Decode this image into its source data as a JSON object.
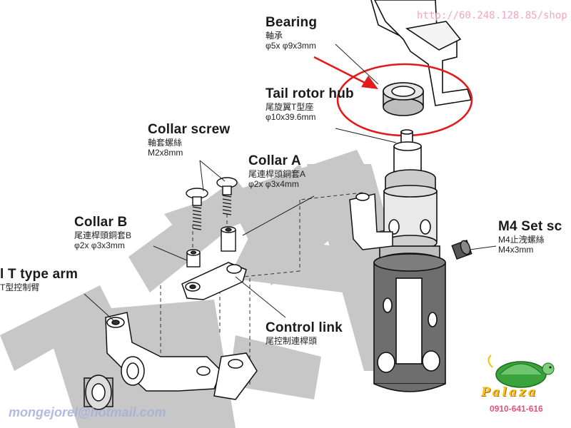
{
  "watermarks": {
    "url": "http://60.248.128.85/shop",
    "email": "mongejorel@hotmail.com"
  },
  "logo": {
    "name": "Palaza",
    "phone": "0910-641-616"
  },
  "labels": {
    "bearing": {
      "en": "Bearing",
      "zh": "軸承",
      "spec": "φ5x φ9x3mm"
    },
    "tail_rotor_hub": {
      "en": "Tail rotor hub",
      "zh": "尾旋翼T型座",
      "spec": "φ10x39.6mm"
    },
    "collar_screw": {
      "en": "Collar screw",
      "zh": "軸套螺絲",
      "spec": "M2x8mm"
    },
    "collar_a": {
      "en": "Collar A",
      "zh": "尾連桿頭銅套A",
      "spec": "φ2x φ3x4mm"
    },
    "collar_b": {
      "en": "Collar B",
      "zh": "尾連桿頭銅套B",
      "spec": "φ2x φ3x3mm"
    },
    "t_type_arm": {
      "en": "l T type arm",
      "zh": "T型控制臂"
    },
    "control_link": {
      "en": "Control link",
      "zh": "尾控制連桿頭"
    },
    "m4_set_screw": {
      "en": "M4 Set sc",
      "zh": "M4止洩螺絲",
      "spec": "M4x3mm"
    }
  },
  "colors": {
    "watermark_band": "#b8b8b8",
    "highlight": "#e11a1a",
    "line": "#1a1a1a",
    "part_fill": "#ffffff",
    "metal_dark": "#6e6e6e"
  }
}
